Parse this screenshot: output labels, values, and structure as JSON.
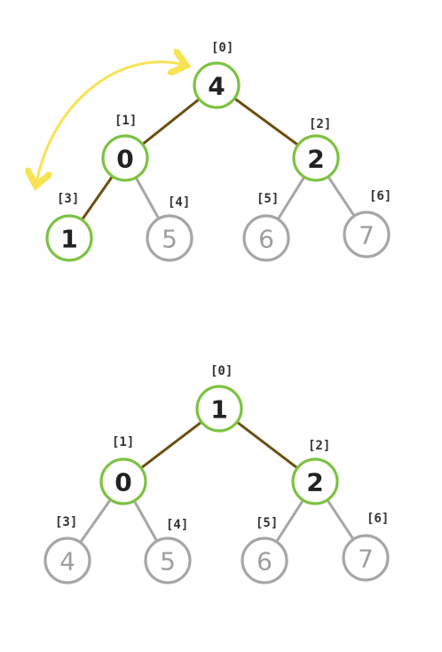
{
  "colors": {
    "active_node_stroke": "#7dc242",
    "inactive_node_stroke": "#a6a6a6",
    "active_edge": "#6b5013",
    "inactive_edge": "#a6a6a6",
    "swap_arrow": "#f7e354"
  },
  "trees": [
    {
      "nodes": [
        {
          "index": "[0]",
          "value": "4",
          "active": true
        },
        {
          "index": "[1]",
          "value": "0",
          "active": true
        },
        {
          "index": "[2]",
          "value": "2",
          "active": true
        },
        {
          "index": "[3]",
          "value": "1",
          "active": true
        },
        {
          "index": "[4]",
          "value": "5",
          "active": false
        },
        {
          "index": "[5]",
          "value": "6",
          "active": false
        },
        {
          "index": "[6]",
          "value": "7",
          "active": false
        }
      ],
      "swap_arrow": true
    },
    {
      "nodes": [
        {
          "index": "[0]",
          "value": "1",
          "active": true
        },
        {
          "index": "[1]",
          "value": "0",
          "active": true
        },
        {
          "index": "[2]",
          "value": "2",
          "active": true
        },
        {
          "index": "[3]",
          "value": "4",
          "active": false
        },
        {
          "index": "[4]",
          "value": "5",
          "active": false
        },
        {
          "index": "[5]",
          "value": "6",
          "active": false
        },
        {
          "index": "[6]",
          "value": "7",
          "active": false
        }
      ],
      "swap_arrow": false
    }
  ]
}
